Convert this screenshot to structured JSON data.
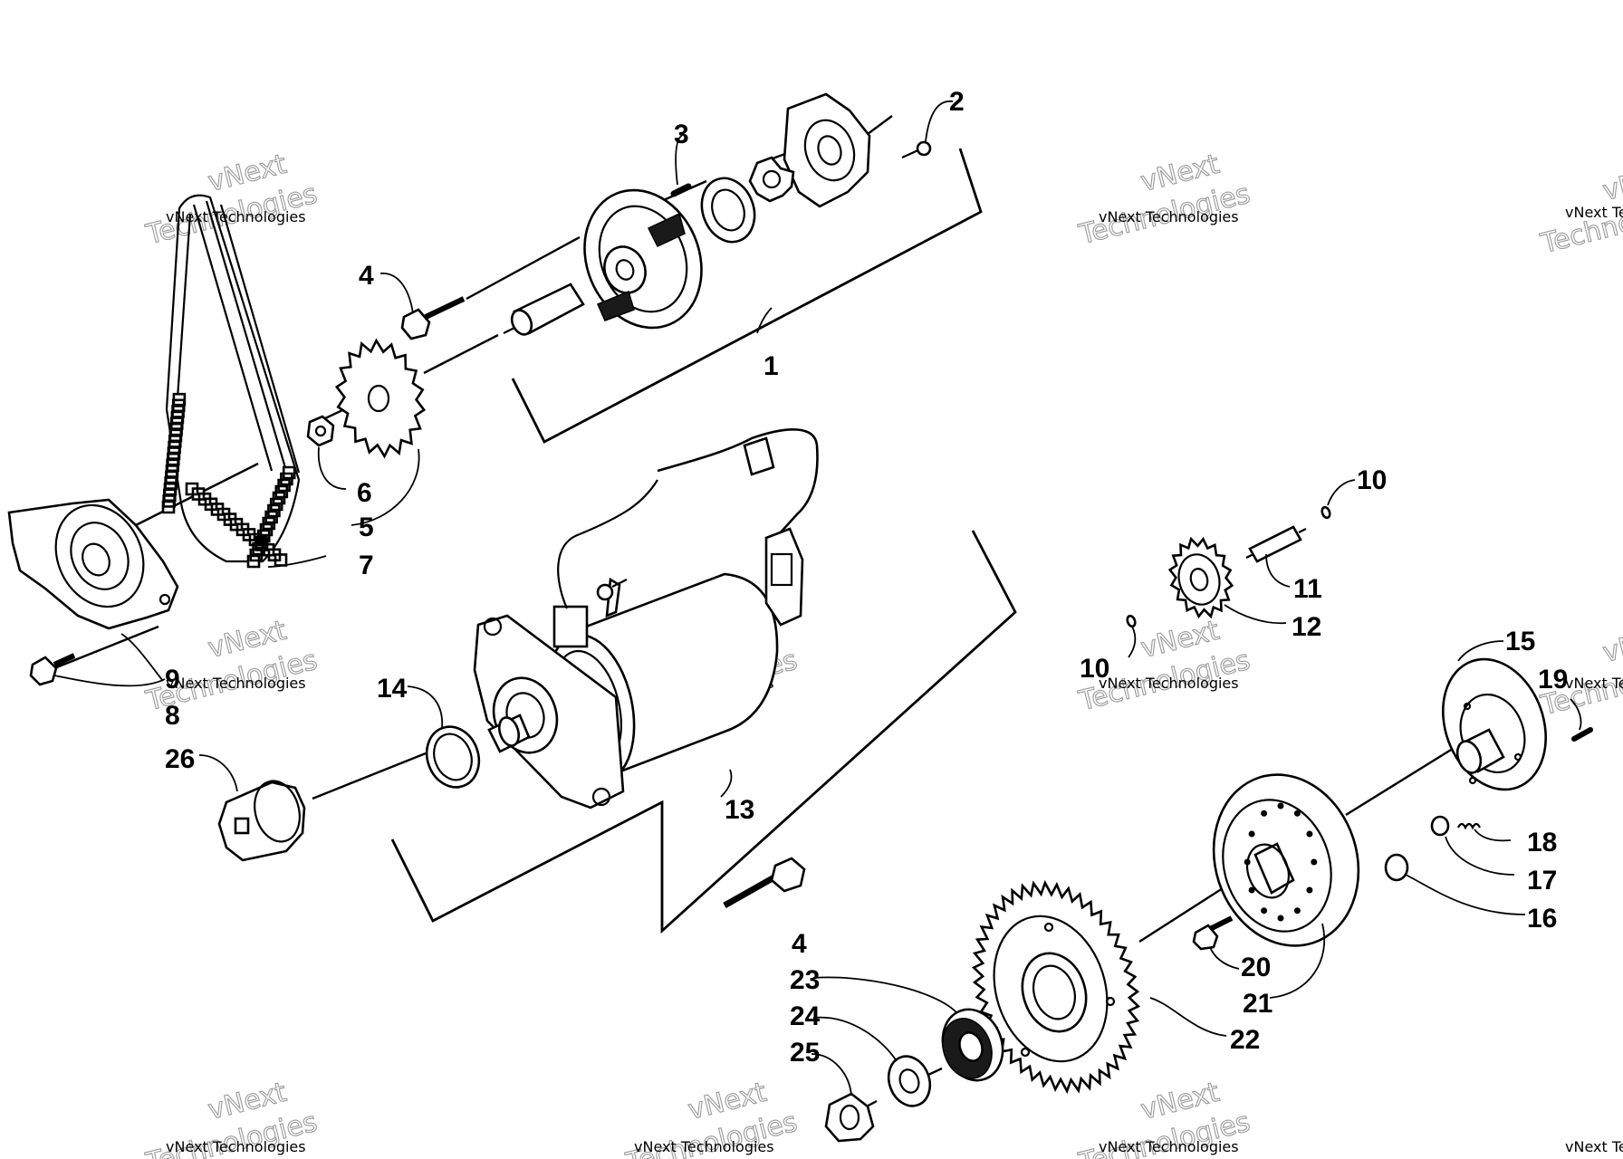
{
  "watermark": {
    "small_text": "vNext Technologies",
    "big_line_1": "vNext",
    "big_line_2": "Technologies",
    "color": "#9a9a9a"
  },
  "callouts": [
    {
      "id": "c1",
      "label": "1"
    },
    {
      "id": "c2",
      "label": "2"
    },
    {
      "id": "c3",
      "label": "3"
    },
    {
      "id": "c4a",
      "label": "4"
    },
    {
      "id": "c4b",
      "label": "4"
    },
    {
      "id": "c5",
      "label": "5"
    },
    {
      "id": "c6",
      "label": "6"
    },
    {
      "id": "c7",
      "label": "7"
    },
    {
      "id": "c8",
      "label": "8"
    },
    {
      "id": "c9",
      "label": "9"
    },
    {
      "id": "c10a",
      "label": "10"
    },
    {
      "id": "c10b",
      "label": "10"
    },
    {
      "id": "c11",
      "label": "11"
    },
    {
      "id": "c12",
      "label": "12"
    },
    {
      "id": "c13",
      "label": "13"
    },
    {
      "id": "c14",
      "label": "14"
    },
    {
      "id": "c15",
      "label": "15"
    },
    {
      "id": "c16",
      "label": "16"
    },
    {
      "id": "c17",
      "label": "17"
    },
    {
      "id": "c18",
      "label": "18"
    },
    {
      "id": "c19",
      "label": "19"
    },
    {
      "id": "c20",
      "label": "20"
    },
    {
      "id": "c21",
      "label": "21"
    },
    {
      "id": "c22",
      "label": "22"
    },
    {
      "id": "c23",
      "label": "23"
    },
    {
      "id": "c24",
      "label": "24"
    },
    {
      "id": "c25",
      "label": "25"
    },
    {
      "id": "c26",
      "label": "26"
    }
  ]
}
